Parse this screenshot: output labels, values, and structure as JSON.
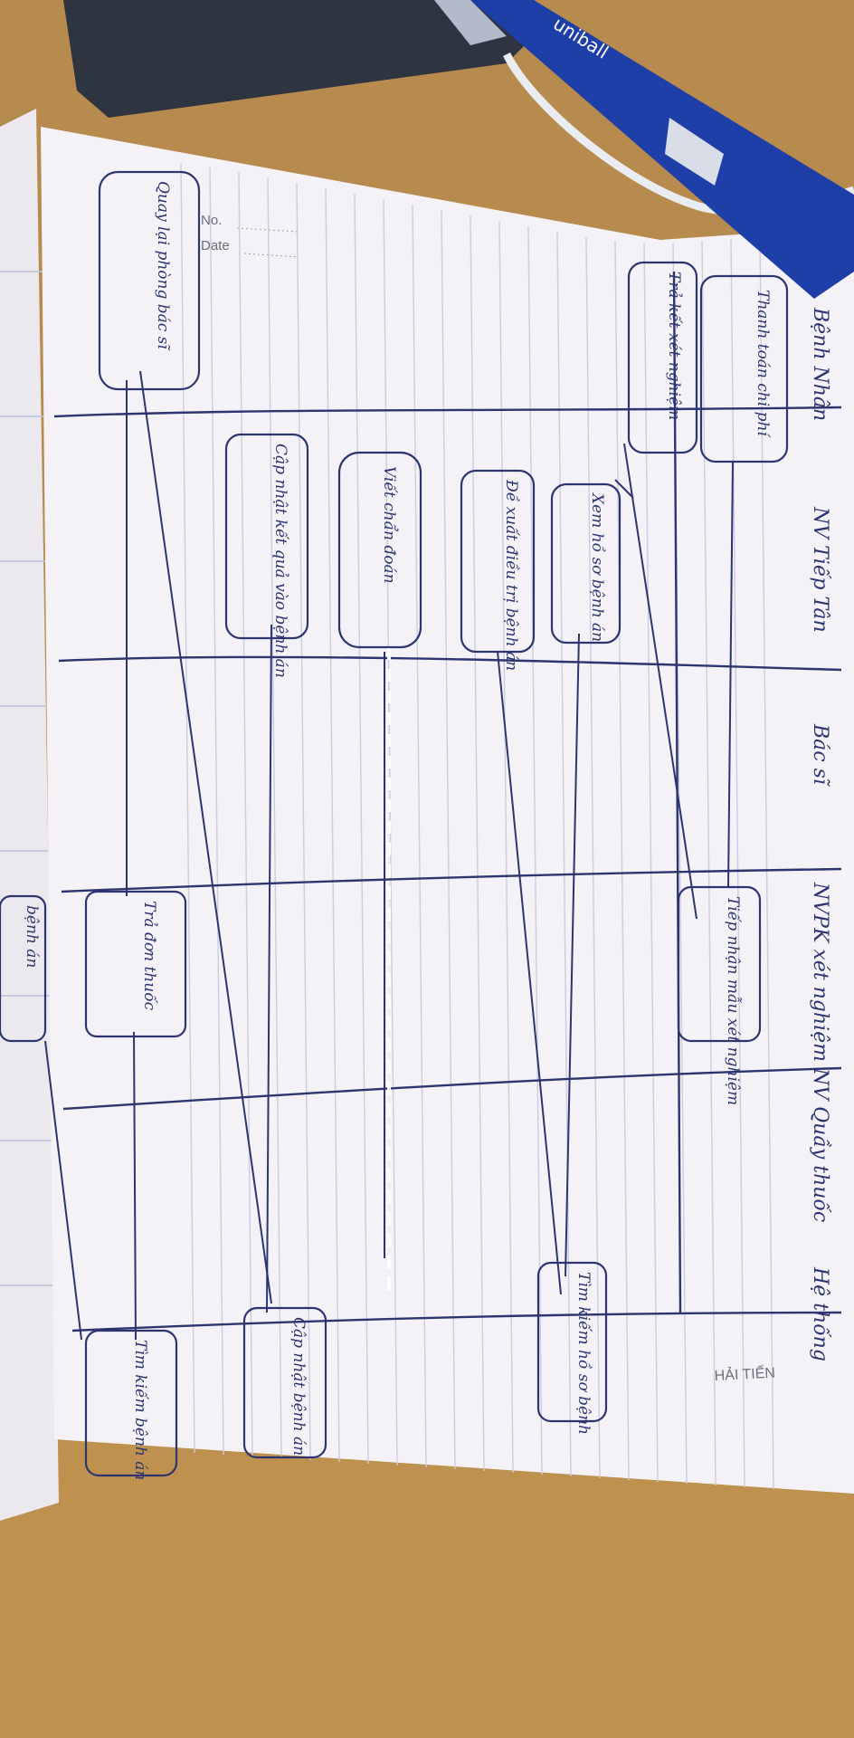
{
  "photo": {
    "subject": "notebook-page-swimlane-sketch",
    "colors": {
      "desk": "#b78a4e",
      "paper": "#f4f2f7",
      "ink": "#2d3570",
      "pen": "#1f3fa8"
    }
  },
  "notebook": {
    "no_label": "No.",
    "date_label": "Date",
    "brand": "HẢI TIẾN"
  },
  "pen": {
    "brand": "uniball"
  },
  "lanes": [
    {
      "label": "Bệnh Nhân"
    },
    {
      "label": "NV Tiếp Tân"
    },
    {
      "label": "Bác sĩ"
    },
    {
      "label": "NVPK xét nghiệm"
    },
    {
      "label": "NV Quầy thuốc"
    },
    {
      "label": "Hệ thống"
    }
  ],
  "boxes": [
    {
      "text": "Thanh toán chi phí"
    },
    {
      "text": "Trả kết xét nghiệm"
    },
    {
      "text": "Xem hồ sơ bệnh án"
    },
    {
      "text": "Đề xuất điều trị bệnh án"
    },
    {
      "text": "Viết chẩn đoán"
    },
    {
      "text": "Cập nhật kết quả vào bệnh án"
    },
    {
      "text": "Tiếp nhận mẫu xét nghiệm"
    },
    {
      "text": "Tìm kiếm hồ sơ bệnh"
    },
    {
      "text": "Cập nhật bệnh án"
    },
    {
      "text": "Quay lại phòng bác sĩ"
    },
    {
      "text": "Trả đơn thuốc"
    },
    {
      "text": "Tìm kiếm bệnh án"
    },
    {
      "text": "bệnh án"
    }
  ]
}
